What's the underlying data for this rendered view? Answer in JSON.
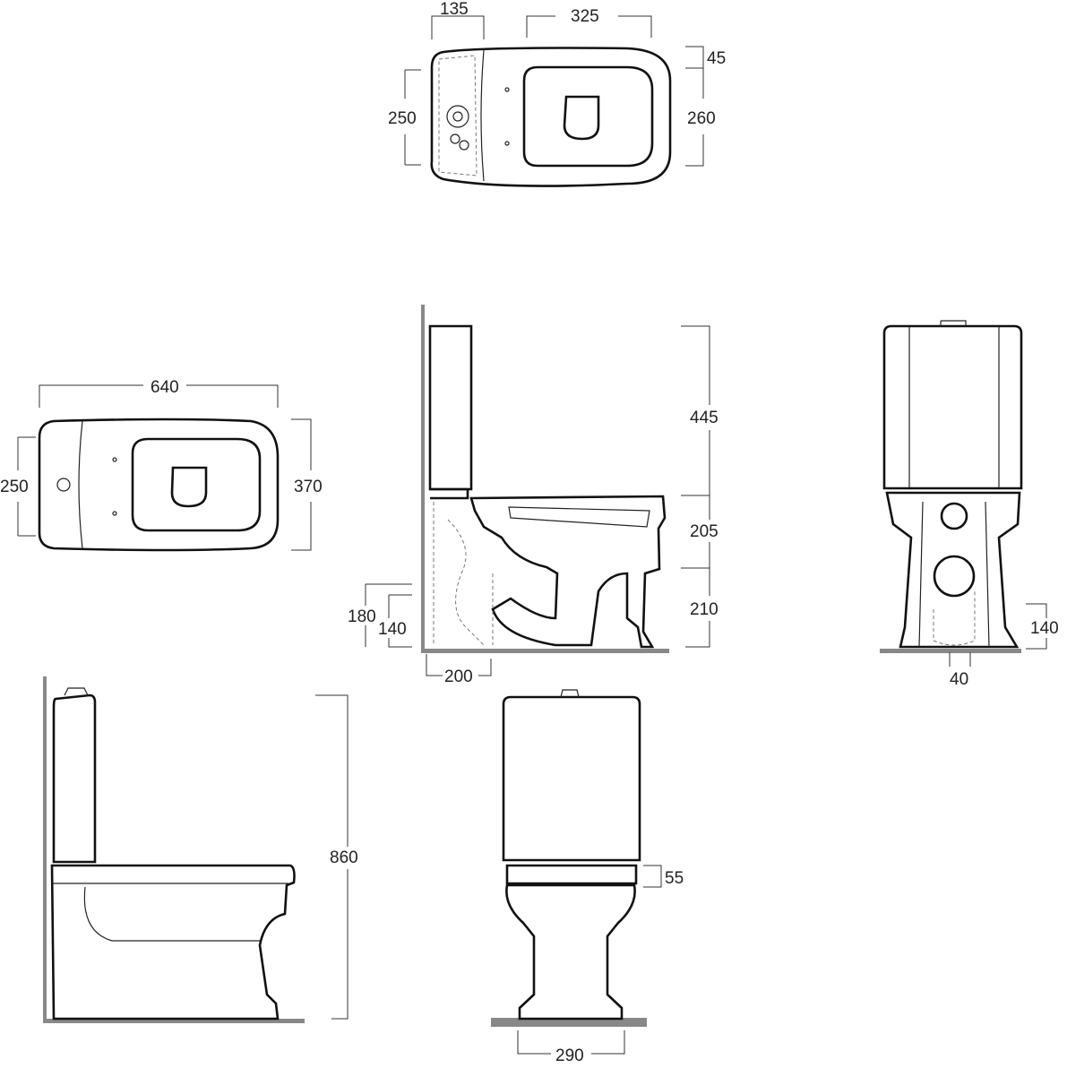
{
  "top_view": {
    "d135": "135",
    "d325": "325",
    "d45": "45",
    "d250": "250",
    "d260": "260"
  },
  "plan_view": {
    "d640": "640",
    "d250": "250",
    "d370": "370"
  },
  "section_view": {
    "d445": "445",
    "d205": "205",
    "d210": "210",
    "d180": "180",
    "d140": "140",
    "d200": "200"
  },
  "back_view": {
    "d140": "140",
    "d40": "40"
  },
  "side_view": {
    "d860": "860"
  },
  "front_view": {
    "d55": "55",
    "d290": "290"
  }
}
